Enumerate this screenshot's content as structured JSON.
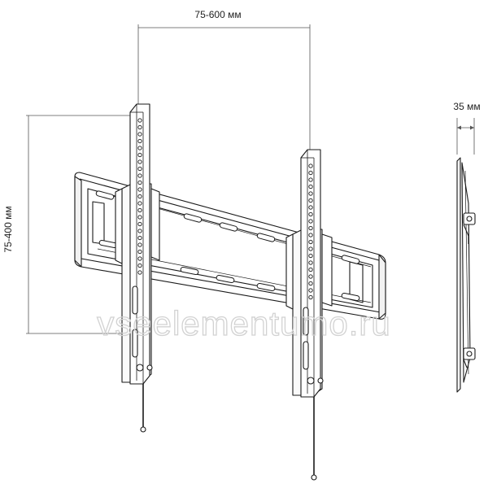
{
  "dimensions": {
    "horizontal_label": "75-600 мм",
    "vertical_label": "75-400 мм",
    "depth_label": "35 мм"
  },
  "watermark": {
    "text": "vseelementumo.ru"
  },
  "colors": {
    "line": "#1a1a1a",
    "dimension_line": "#555555",
    "watermark": "#d2d2d2",
    "background": "#ffffff"
  }
}
